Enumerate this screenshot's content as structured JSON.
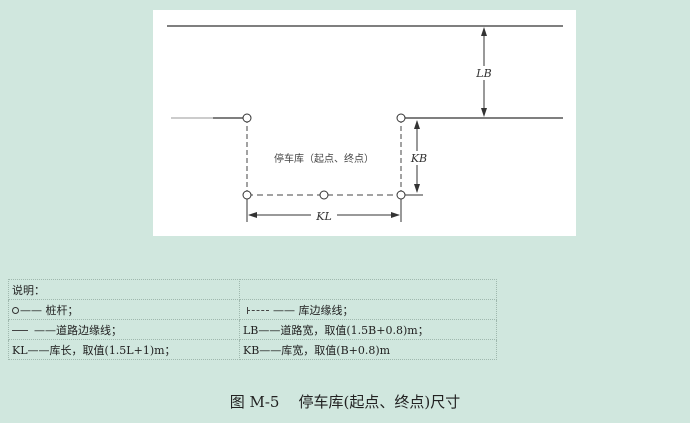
{
  "diagram": {
    "labels": {
      "lb": "LB",
      "kb": "KB",
      "kl": "KL",
      "garage": "停车库（起点、终点）"
    }
  },
  "legend": {
    "title": "说明：",
    "post_text": "—— 桩杆；",
    "garage_edge_text": "—— 库边缘线；",
    "road_edge_text": "——道路边缘线；",
    "lb_text": "LB——道路宽，取值(1.5B+0.8)m；",
    "kl_text": "KL——库长，取值(1.5L+1)m；",
    "kb_text": "KB——库宽，取值(B+0.8)m"
  },
  "caption": "图 M-5    停车库(起点、终点)尺寸"
}
